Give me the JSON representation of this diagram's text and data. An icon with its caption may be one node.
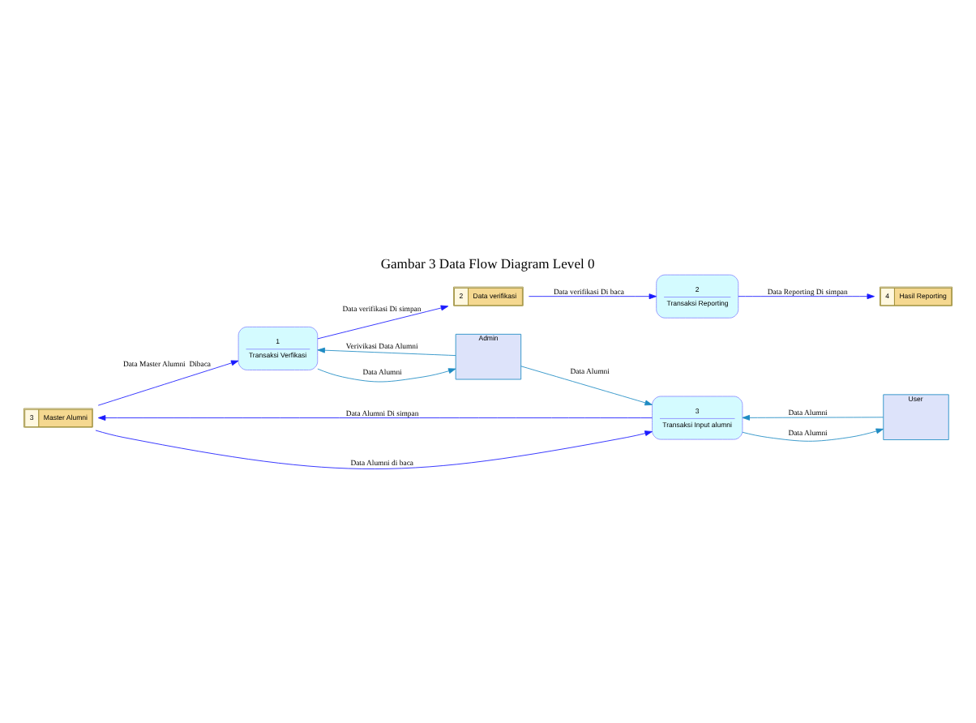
{
  "diagram": {
    "title": "Gambar 3 Data Flow Diagram Level 0",
    "nodes": [
      {
        "text": [
          "3",
          "Master Alumni"
        ]
      },
      {
        "text": [
          "1",
          "Transaksi Verfikasi"
        ]
      },
      {
        "text": [
          "Admin"
        ]
      },
      {
        "text": [
          "2",
          "Data verifikasi"
        ]
      },
      {
        "text": [
          "2",
          "Transaksi Reporting"
        ]
      },
      {
        "text": [
          "4",
          "Hasil Reporting"
        ]
      },
      {
        "text": [
          "User"
        ]
      },
      {
        "text": [
          "3",
          "Transaksi Input alumni"
        ]
      }
    ],
    "edges": [
      {
        "from": 0,
        "to": 1,
        "arrow": "to",
        "label": "Data Master Alumni  Dibaca"
      },
      {
        "from": 1,
        "to": 2,
        "arrow": "to",
        "label": "Data Alumni",
        "color": "#1e8bc3"
      },
      {
        "from": 2,
        "to": 1,
        "arrow": "to",
        "label": "Verivikasi Data Alumni",
        "color": "#1e8bc3"
      },
      {
        "from": 1,
        "to": 3,
        "arrow": "to",
        "label": "Data verifikasi Di simpan"
      },
      {
        "from": 3,
        "to": 4,
        "arrow": "to",
        "label": "Data verifikasi Di baca"
      },
      {
        "from": 4,
        "to": 5,
        "arrow": "to",
        "label": "Data Reporting Di simpan"
      },
      {
        "from": 2,
        "to": 7,
        "arrow": "to",
        "label": "Data Alumni",
        "color": "#1e8bc3"
      },
      {
        "from": 7,
        "to": 6,
        "arrow": "to",
        "label": "Data Alumni",
        "color": "#1e8bc3"
      },
      {
        "from": 6,
        "to": 7,
        "arrow": "to",
        "label": "Data Alumni",
        "color": "#1e8bc3"
      },
      {
        "from": 0,
        "to": 7,
        "arrow": "to",
        "label": "Data Alumni di baca"
      },
      {
        "from": 7,
        "to": 0,
        "arrow": "to",
        "label": "Data Alumni Di simpan"
      }
    ]
  }
}
